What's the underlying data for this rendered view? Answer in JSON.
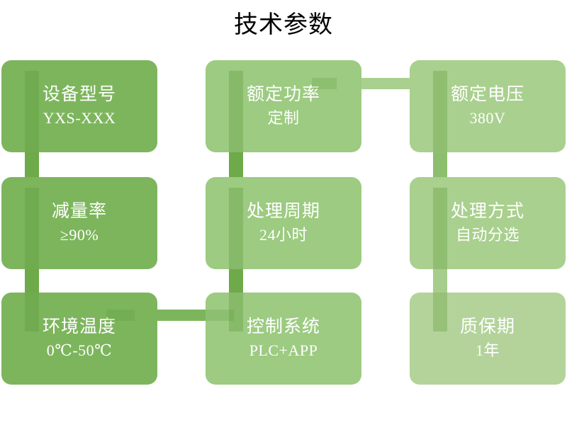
{
  "slide": {
    "title": "技术参数",
    "background_color": "#ffffff",
    "accent_color": "#6faa4a"
  },
  "palette": {
    "card_dark": "#7db55d",
    "card_mid": "#9ccb81",
    "card_light": "#a9d08e",
    "card_lighter": "#b4d39a",
    "connector": "#6faa4a",
    "text": "#ffffff",
    "title_text": "#000000"
  },
  "cards": [
    {
      "id": "device-model",
      "title": "设备型号",
      "value": "YXS-XXX",
      "tint": "tint-dark"
    },
    {
      "id": "rated-power",
      "title": "额定功率",
      "value": "定制",
      "tint": "tint-mid"
    },
    {
      "id": "rated-voltage",
      "title": "额定电压",
      "value": "380V",
      "tint": "tint-light"
    },
    {
      "id": "reduction-rate",
      "title": "减量率",
      "value": "≥90%",
      "tint": "tint-dark"
    },
    {
      "id": "processing-cycle",
      "title": "处理周期",
      "value": "24小时",
      "tint": "tint-mid"
    },
    {
      "id": "processing-method",
      "title": "处理方式",
      "value": "自动分选",
      "tint": "tint-light"
    },
    {
      "id": "ambient-temperature",
      "title": "环境温度",
      "value": "0℃-50℃",
      "tint": "tint-dark"
    },
    {
      "id": "control-system",
      "title": "控制系统",
      "value": "PLC+APP",
      "tint": "tint-mid"
    },
    {
      "id": "warranty-period",
      "title": "质保期",
      "value": "1年",
      "tint": "tint-lighter"
    }
  ]
}
